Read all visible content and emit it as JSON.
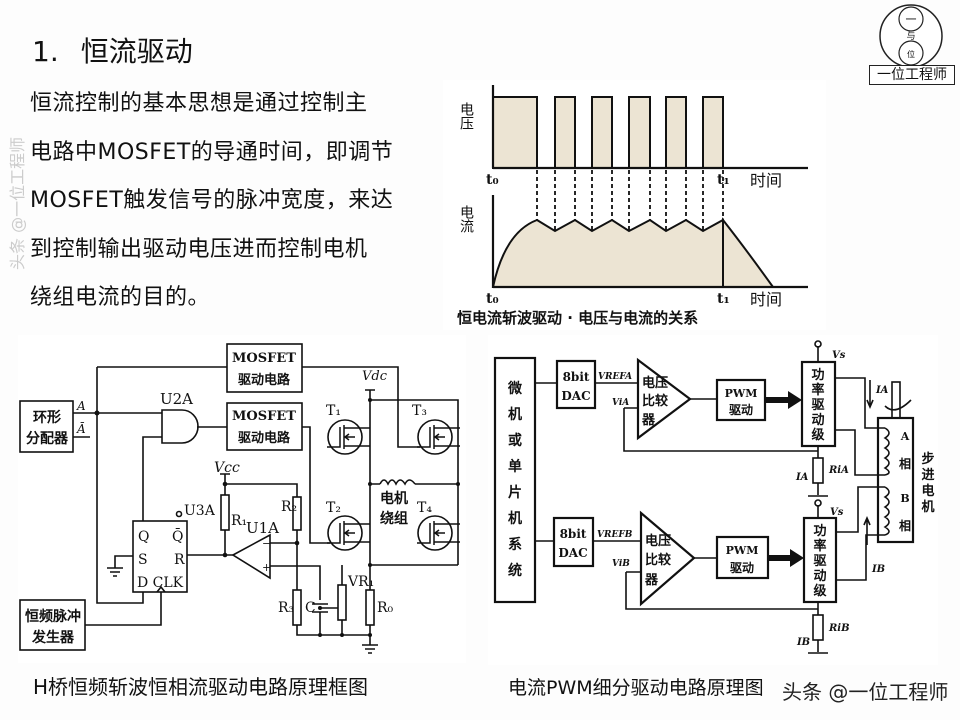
{
  "slide": {
    "title_number": "1.",
    "title": "恒流驱动",
    "body_lines": [
      "恒流控制的基本思想是通过控制主",
      "电路中MOSFET的导通时间，即调节",
      "MOSFET触发信号的脉冲宽度，来达",
      "到控制输出驱动电压进而控制电机",
      "绕组电流的目的。"
    ],
    "side_watermark": "头条 @一位工程师"
  },
  "logo": {
    "top_char": "一",
    "mid_char": "与",
    "bottom_char": "位",
    "text": "一位工程师"
  },
  "waveform": {
    "voltage_label": "电压",
    "current_label": "电流",
    "t0": "t₀",
    "t1": "t₁",
    "time_label": "时间",
    "caption": "恒电流斩波驱动 · 电压与电流的关系",
    "fill_color": "#ece4d3"
  },
  "hbridge": {
    "mosfet_driver_1": [
      "MOSFET",
      "驱动电路"
    ],
    "mosfet_driver_2": [
      "MOSFET",
      "驱动电路"
    ],
    "ring_distributor": [
      "环形",
      "分配器"
    ],
    "pulse_generator": [
      "恒频脉冲",
      "发生器"
    ],
    "a_label": "A",
    "a_bar_label": "Ā",
    "u2a": "U2A",
    "u3a": "U3A",
    "u1a": "U1A",
    "vcc": "Vcc",
    "vdc": "Vdc",
    "ff_q": "Q",
    "ff_qbar": "Q̄",
    "ff_s": "S",
    "ff_r": "R",
    "ff_dclk": "D CLK",
    "r1": "R₁",
    "r2": "R₂",
    "r3": "R₃",
    "c": "C",
    "vr1": "VR₁",
    "r0": "R₀",
    "t1": "T₁",
    "t2": "T₂",
    "t3": "T₃",
    "t4": "T₄",
    "winding": [
      "电机",
      "绕组"
    ],
    "caption": "H桥恒频斩波恒相流驱动电路原理框图"
  },
  "pwm": {
    "mcu": [
      "微",
      "机",
      "或",
      "单",
      "片",
      "机",
      "系",
      "统"
    ],
    "dac": [
      "8bit",
      "DAC"
    ],
    "vrefa": "VREFA",
    "vrefb": "VREFB",
    "via": "ViA",
    "vib": "ViB",
    "comparator": [
      "电压",
      "比较",
      "器"
    ],
    "pwm_driver": [
      "PWM",
      "驱动"
    ],
    "power_stage": [
      "功",
      "率",
      "驱",
      "动",
      "级"
    ],
    "vs": "Vs",
    "ia": "IA",
    "ib": "IB",
    "ria": "RiA",
    "rib": "RiB",
    "phase_a": [
      "A",
      "相"
    ],
    "phase_b": [
      "B",
      "相"
    ],
    "motor": [
      "步",
      "进",
      "电",
      "机"
    ],
    "caption": "电流PWM细分驱动电路原理图"
  },
  "footer_watermark": "头条 @一位工程师"
}
